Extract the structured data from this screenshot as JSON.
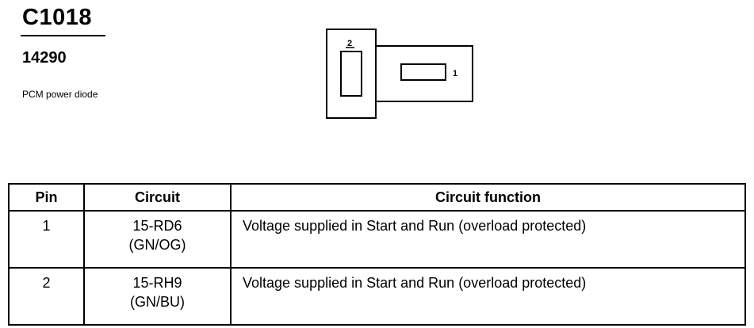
{
  "header": {
    "connector_id": "C1018",
    "part_number": "14290",
    "description": "PCM power diode"
  },
  "diagram": {
    "pin_labels": [
      "2",
      "1"
    ]
  },
  "table": {
    "columns": [
      "Pin",
      "Circuit",
      "Circuit function"
    ],
    "rows": [
      {
        "pin": "1",
        "circuit_line1": "15-RD6",
        "circuit_line2": "(GN/OG)",
        "function": "Voltage supplied in Start and Run (overload protected)"
      },
      {
        "pin": "2",
        "circuit_line1": "15-RH9",
        "circuit_line2": "(GN/BU)",
        "function": "Voltage supplied in Start and Run (overload protected)"
      }
    ]
  }
}
